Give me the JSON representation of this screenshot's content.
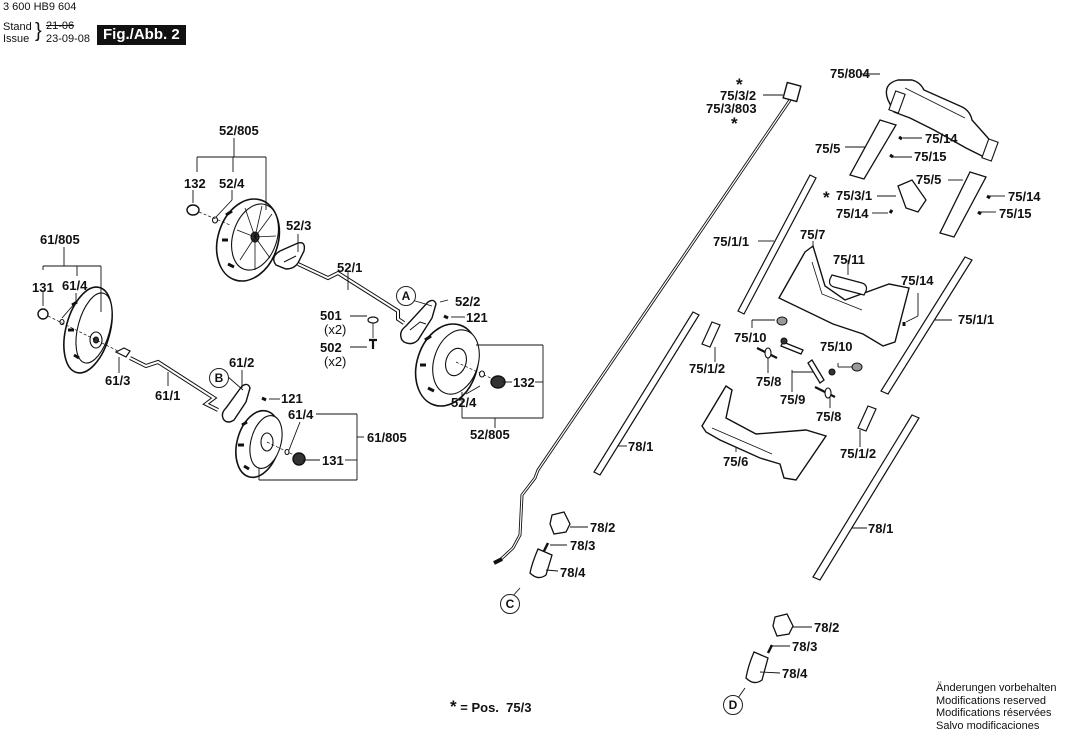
{
  "header": {
    "doc_number": "3 600 HB9 604",
    "stand_label": "Stand",
    "issue_label": "Issue",
    "old_date": "21-06",
    "date": "23-09-08",
    "figure_label": "Fig./Abb. 2"
  },
  "detail_markers": [
    "A",
    "B",
    "C",
    "D"
  ],
  "labels": {
    "rear_wheel_set_top": "52/805",
    "rear_wheel_cap_top": "132",
    "rear_wheel_washer_top": "52/4",
    "rear_bracket_left": "52/3",
    "rear_axle": "52/1",
    "rear_bracket_right": "52/2",
    "screw_121_rear": "121",
    "washer_501": "501",
    "washer_501_qty": "(x2)",
    "screw_502": "502",
    "screw_502_qty": "(x2)",
    "rear_wheel_cap_bottom": "132",
    "rear_wheel_washer_bottom": "52/4",
    "rear_wheel_set_bottom": "52/805",
    "front_wheel_set_top": "61/805",
    "front_wheel_cap_top": "131",
    "front_wheel_washer_top": "61/4",
    "front_bushing": "61/3",
    "front_axle": "61/1",
    "front_bracket": "61/2",
    "screw_121_front": "121",
    "front_wheel_washer_bottom": "61/4",
    "front_wheel_set_bottom": "61/805",
    "front_wheel_cap_bottom": "131",
    "cable_connector": "75/3/2",
    "cable_assembly": "75/3/803",
    "handle_top": "75/804",
    "grip_left": "75/5",
    "screw_grip_left_a": "75/14",
    "screw_grip_left_b": "75/15",
    "switch_lever": "75/3/1",
    "screw_switch": "75/14",
    "grip_right": "75/5",
    "screw_grip_right_a": "75/14",
    "screw_grip_right_b": "75/15",
    "upper_tube_left": "75/1/1",
    "upper_crossbar": "75/7",
    "cover_plate": "75/11",
    "screw_crossbar": "75/14",
    "upper_tube_right": "75/1/1",
    "clip_left": "75/1/2",
    "spring_left": "75/10",
    "spring_right": "75/10",
    "bolt_left": "75/8",
    "lever_pair": "75/9",
    "bolt_right": "75/8",
    "clip_right": "75/1/2",
    "lower_crossbar": "75/6",
    "lower_tube_left": "78/1",
    "lower_tube_right": "78/1",
    "cap_left": "78/2",
    "pin_left": "78/3",
    "foot_left": "78/4",
    "cap_right": "78/2",
    "pin_right": "78/3",
    "foot_right": "78/4"
  },
  "legend": {
    "star": "*",
    "text": "= Pos.  75/3"
  },
  "footer": {
    "lines": [
      "Änderungen vorbehalten",
      "Modifications reserved",
      "Modifications réservées",
      "Salvo modificaciones"
    ]
  }
}
